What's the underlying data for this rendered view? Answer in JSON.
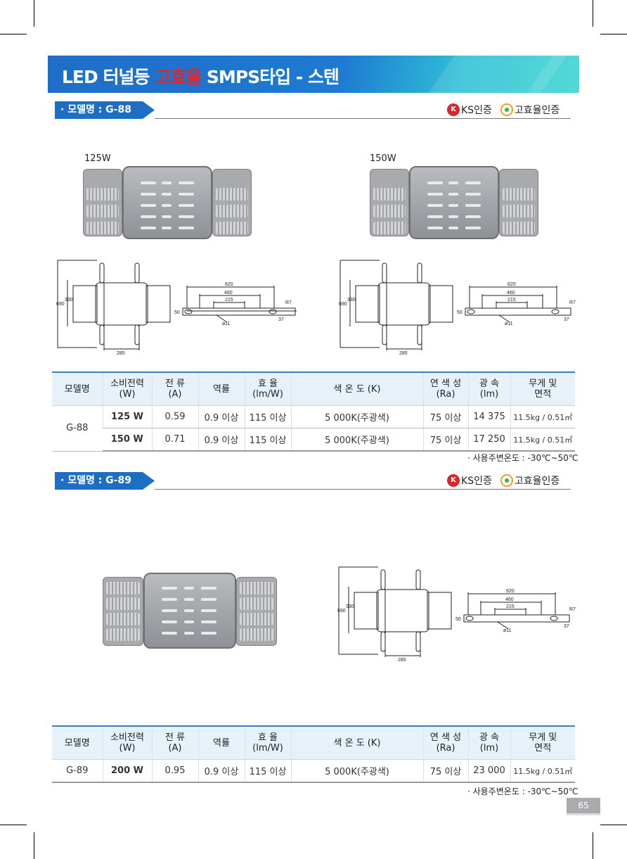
{
  "page": {
    "title_prefix": "LED 터널등 ",
    "title_highlight": "고효율",
    "title_suffix": " SMPS타입 - 스텐",
    "page_number": "65"
  },
  "certs": {
    "ks_mark": "K",
    "ks_label": "KS인증",
    "eff_label": "고효율인증"
  },
  "sections": [
    {
      "model_label": "· 모델명 : G-88",
      "variants": [
        "125W",
        "150W"
      ]
    },
    {
      "model_label": "· 모델명 : G-89"
    }
  ],
  "drawing": {
    "dim_620": "620",
    "dim_460": "460",
    "dim_215": "215",
    "dim_r7": "R7",
    "dim_37": "37",
    "dim_50": "50",
    "dim_11": "ø11",
    "dim_690": "690",
    "dim_330": "330",
    "dim_285": "285"
  },
  "table_headers": {
    "model": "모델명",
    "power": [
      "소비전력",
      "(W)"
    ],
    "current": [
      "전 류",
      "(A)"
    ],
    "pf": "역률",
    "eff": [
      "효 율",
      "(lm/W)"
    ],
    "cct": "색 온 도 (K)",
    "cri": [
      "연 색 성",
      "(Ra)"
    ],
    "flux": [
      "광 속",
      "(lm)"
    ],
    "weight": [
      "무게 및",
      "면적"
    ]
  },
  "table_g88": {
    "model": "G-88",
    "rows": [
      {
        "power": "125 W",
        "current": "0.59",
        "pf": "0.9 이상",
        "eff": "115 이상",
        "cct": "5 000K(주광색)",
        "cri": "75 이상",
        "flux": "14 375",
        "weight": "11.5kg / 0.51㎡"
      },
      {
        "power": "150 W",
        "current": "0.71",
        "pf": "0.9 이상",
        "eff": "115 이상",
        "cct": "5 000K(주광색)",
        "cri": "75 이상",
        "flux": "17 250",
        "weight": "11.5kg / 0.51㎡"
      }
    ]
  },
  "table_g89": {
    "model": "G-89",
    "rows": [
      {
        "power": "200 W",
        "current": "0.95",
        "pf": "0.9 이상",
        "eff": "115 이상",
        "cct": "5 000K(주광색)",
        "cri": "75 이상",
        "flux": "23 000",
        "weight": "11.5kg / 0.51㎡"
      }
    ]
  },
  "note": "· 사용주변온도 : -30℃~50℃",
  "colors": {
    "brand_blue": "#1e6fc4",
    "highlight_red": "#e8242b",
    "header_bg": "#e7f1fa"
  }
}
